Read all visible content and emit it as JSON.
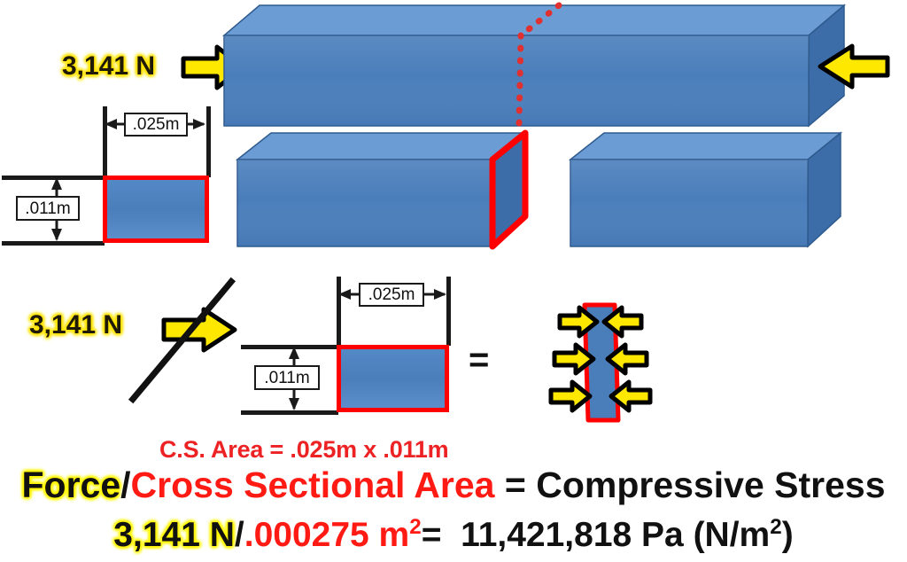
{
  "diagram": {
    "title": "Compressive stress on a rectangular bar",
    "colors": {
      "beam_front": "#4a7ebb",
      "beam_top": "#6b9cd4",
      "beam_end": "#3d6da8",
      "beam_edge": "#2e5b8f",
      "cut_line": "#E03030",
      "section_outline": "#FF0000",
      "arrow_fill": "#FFE800",
      "arrow_stroke": "#000000",
      "equation_red": "#ED2224",
      "highlight_yellow": "#FFF600",
      "background": "#FFFFFF"
    },
    "top_row": {
      "force_label": "3,141 N",
      "left_arrow_name": "compression-arrow-right",
      "right_arrow_name": "compression-arrow-left",
      "cut_line_style": "dotted"
    },
    "dimensions_upper": {
      "width_label": ".025m",
      "height_label": ".011m"
    },
    "dimensions_lower": {
      "width_label": ".025m",
      "height_label": ".011m"
    },
    "middle_row": {
      "force_label": "3,141 N",
      "arrow_name": "force-arrow-right",
      "divider_glyph": "/",
      "equals_glyph": "="
    },
    "stress_block": {
      "arrows_left_count": 3,
      "arrows_right_count": 3,
      "description": "cross-section loaded in compression"
    },
    "equations": {
      "cs_area": "C.S. Area = .025m x .011m",
      "formula": {
        "numerator": "Force",
        "slash": "/",
        "denominator": "Cross Sectional Area",
        "equals": "=",
        "result": "Compressive Stress"
      },
      "numeric": {
        "numerator": "3,141 N",
        "slash": "/",
        "denominator_value": ".000275 m",
        "denominator_exp": "2",
        "equals": "=",
        "result_value": "11,421,818 Pa (N/m",
        "result_exp": "2",
        "result_close": ")"
      }
    }
  }
}
